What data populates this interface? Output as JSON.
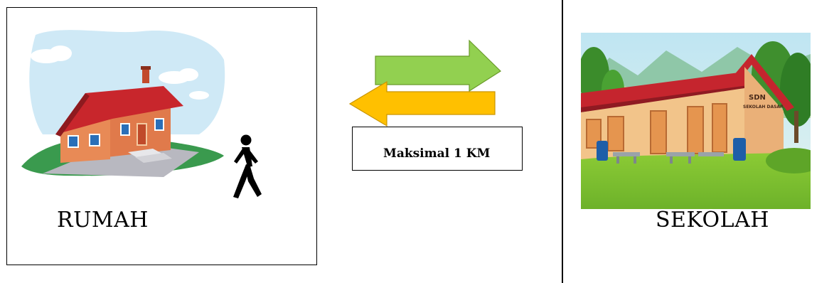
{
  "home": {
    "label": "RUMAH"
  },
  "distance": {
    "label": "Maksimal 1 KM"
  },
  "school": {
    "label": "SEKOLAH",
    "sign_line1": "SDN",
    "sign_line2": "SEKOLAH DASAR"
  },
  "colors": {
    "arrow_right": "#92d050",
    "arrow_left": "#ffc000",
    "roof": "#c0262a",
    "wall": "#f2c48a",
    "grass": "#7dbf2e",
    "sky": "#bfe3f2"
  },
  "icons": [
    "house-illustration",
    "walking-person-icon",
    "arrow-right-icon",
    "arrow-left-icon",
    "school-building-illustration"
  ]
}
